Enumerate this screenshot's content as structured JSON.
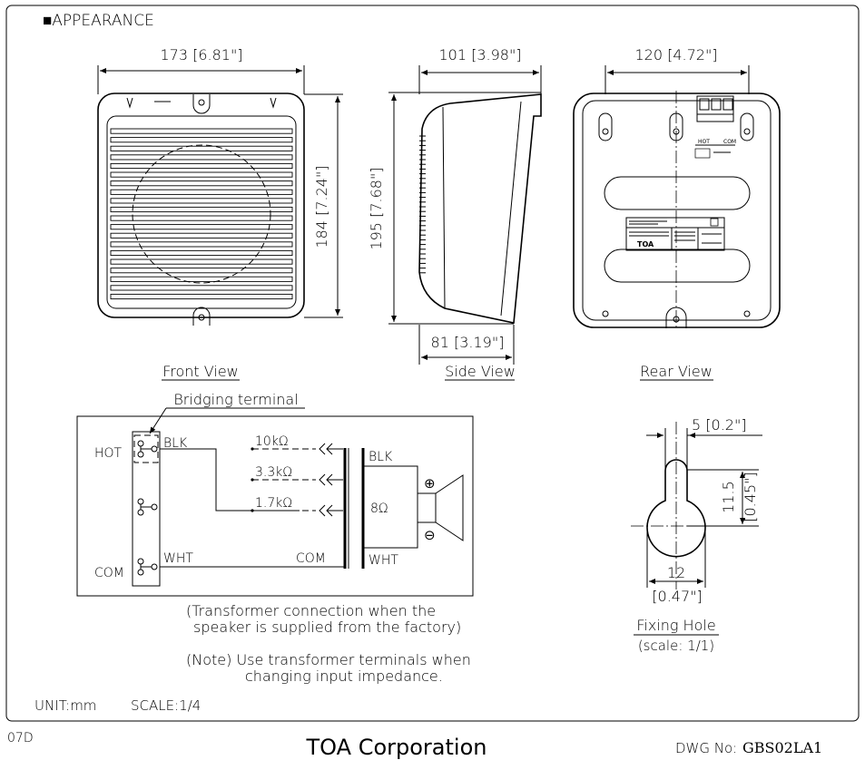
{
  "section_title": "■APPEARANCE",
  "dimensions": {
    "width": "173 [6.81\"]",
    "depth": "101 [3.98\"]",
    "rear_width": "120 [4.72\"]",
    "front_height": "184 [7.24\"]",
    "side_height": "195 [7.68\"]",
    "bottom_depth": "81 [3.19\"]"
  },
  "views": {
    "front": "Front View",
    "side": "Side View",
    "rear": "Rear View"
  },
  "rear_labels": {
    "hot": "HOT",
    "com": "COM",
    "brand": "TOA"
  },
  "circuit": {
    "bridging_terminal": "Bridging terminal",
    "hot": "HOT",
    "com": "COM",
    "blk_left": "BLK",
    "wht_left": "WHT",
    "tap_10k": "10kΩ",
    "tap_3k3": "3.3kΩ",
    "tap_1k7": "1.7kΩ",
    "com_tap": "COM",
    "blk_right": "BLK",
    "wht_right": "WHT",
    "speaker_ohm": "8Ω",
    "plus": "⊕",
    "minus": "⊖"
  },
  "notes": {
    "factory_line1": "(Transformer connection when the",
    "factory_line2": "speaker is supplied from the factory)",
    "note_line1": "(Note) Use transformer terminals when",
    "note_line2": "changing input impedance."
  },
  "fixing_hole": {
    "slot_width": "5 [0.2\"]",
    "height_mm": "11.5",
    "height_in": "[0.45\"]",
    "diameter_mm": "12",
    "diameter_in": "[0.47\"]",
    "title": "Fixing Hole",
    "scale": "(scale: 1/1)"
  },
  "footer": {
    "unit": "UNIT:mm",
    "scale": "SCALE:1/4",
    "code": "07D",
    "company": "TOA Corporation",
    "dwg_label": "DWG No:",
    "dwg_no": "GBS02LA1"
  }
}
